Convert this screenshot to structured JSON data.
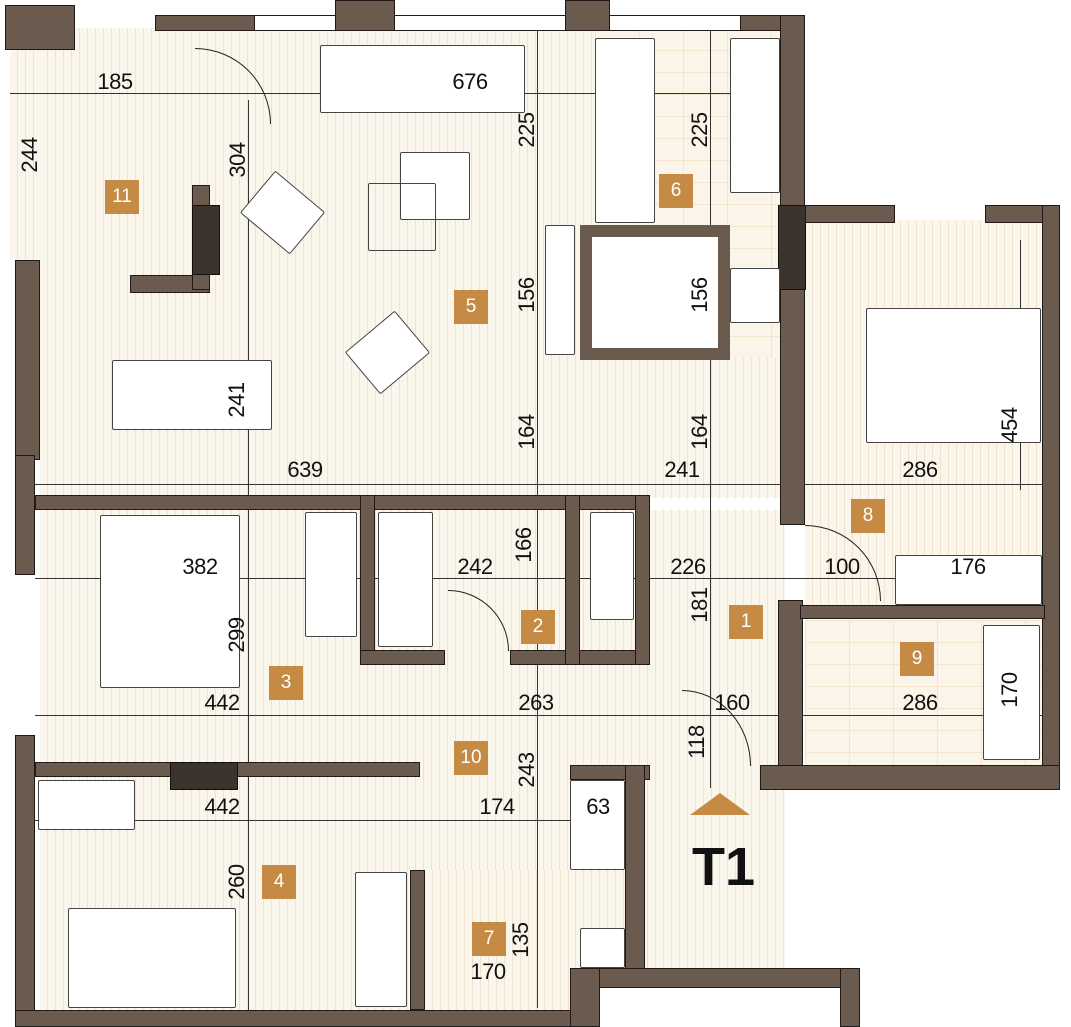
{
  "plan_title": "T1",
  "rooms": [
    "1",
    "2",
    "3",
    "4",
    "5",
    "6",
    "7",
    "8",
    "9",
    "10",
    "11"
  ],
  "dimensions": {
    "balcony_w": "185",
    "living_w": "676",
    "balcony_h": "244",
    "living_h1": "304",
    "kitchen_a": "225",
    "kitchen_b": "225",
    "kitchen_c": "156",
    "kitchen_d": "156",
    "dining_h": "241",
    "living_h2": "164",
    "hall_h": "164",
    "bed8_h": "454",
    "living_total": "639",
    "hall_w": "241",
    "bed8_w": "286",
    "bath2_h": "166",
    "bed3_w": "382",
    "bath2_w": "242",
    "hall_w2": "226",
    "door8": "100",
    "ward8": "176",
    "hall_h2": "181",
    "bed3_h": "299",
    "bed3_w2": "442",
    "hall10_w": "263",
    "entry_w": "160",
    "bath9_w": "286",
    "bath9_tub": "170",
    "entry_h": "118",
    "hall10_h": "243",
    "bed4_w": "442",
    "hall10_w2": "174",
    "closet_w": "63",
    "bed4_h": "260",
    "r7_h": "135",
    "r7_w": "170"
  },
  "colors": {
    "wall": "#6b5b4f",
    "badge": "#c58b45",
    "floor": "#fbf6ec"
  }
}
